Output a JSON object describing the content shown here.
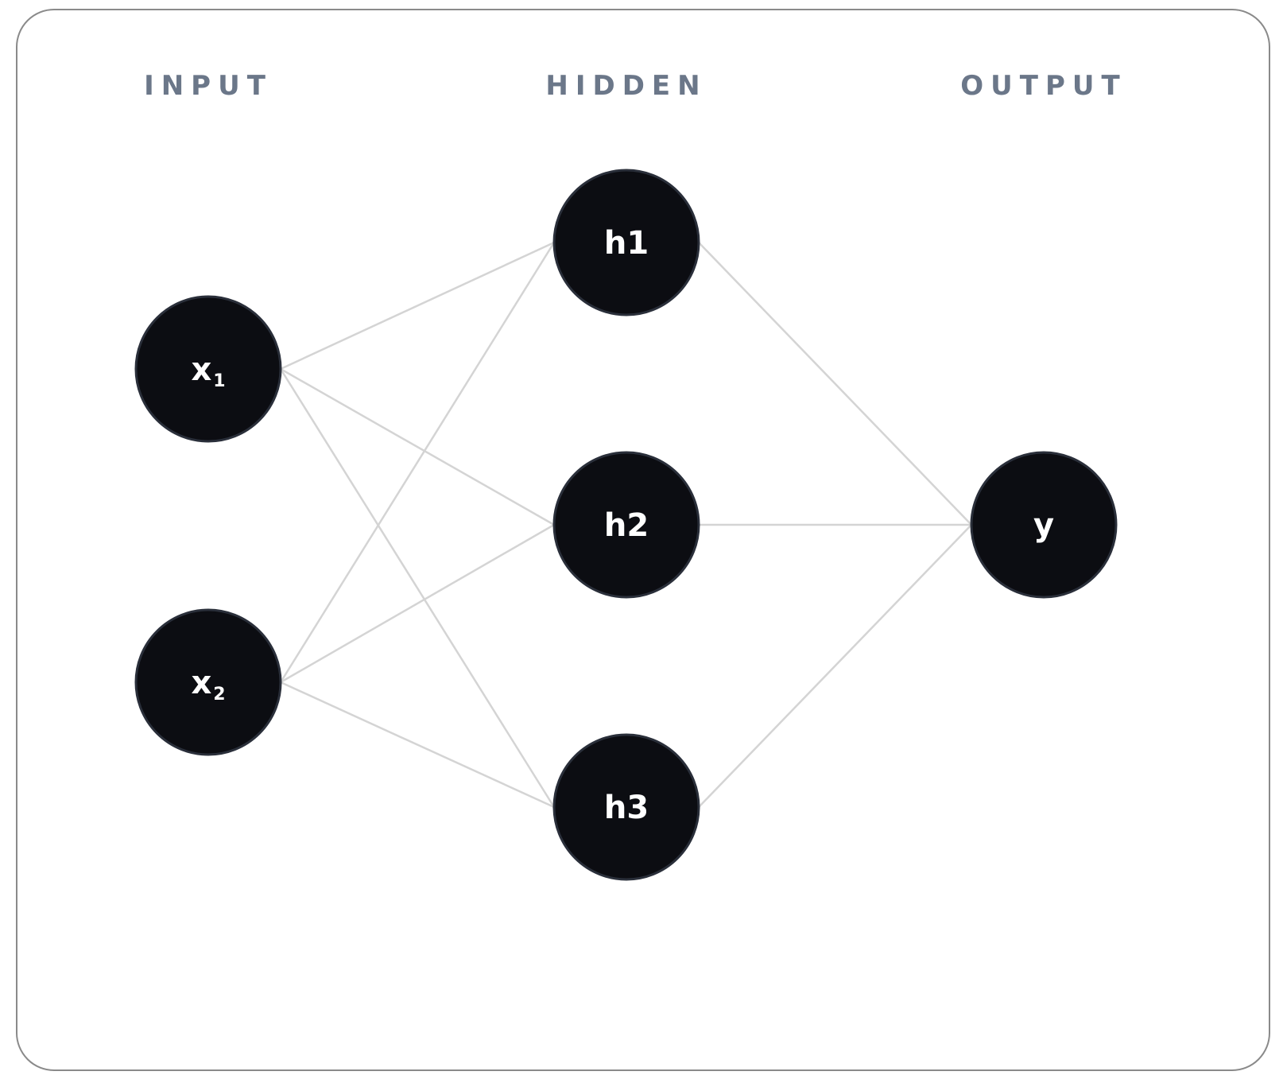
{
  "layers": [
    {
      "key": "input",
      "label": "INPUT"
    },
    {
      "key": "hidden",
      "label": "HIDDEN"
    },
    {
      "key": "output",
      "label": "OUTPUT"
    }
  ],
  "nodes": [
    {
      "id": "x1",
      "layer": "input",
      "base": "x",
      "sub": "1"
    },
    {
      "id": "x2",
      "layer": "input",
      "base": "x",
      "sub": "2"
    },
    {
      "id": "h1",
      "layer": "hidden",
      "base": "h1",
      "sub": ""
    },
    {
      "id": "h2",
      "layer": "hidden",
      "base": "h2",
      "sub": ""
    },
    {
      "id": "h3",
      "layer": "hidden",
      "base": "h3",
      "sub": ""
    },
    {
      "id": "y",
      "layer": "output",
      "base": "y",
      "sub": ""
    }
  ],
  "edges": [
    [
      "x1",
      "h1"
    ],
    [
      "x1",
      "h2"
    ],
    [
      "x1",
      "h3"
    ],
    [
      "x2",
      "h1"
    ],
    [
      "x2",
      "h2"
    ],
    [
      "x2",
      "h3"
    ],
    [
      "h1",
      "y"
    ],
    [
      "h2",
      "y"
    ],
    [
      "h3",
      "y"
    ]
  ],
  "colors": {
    "node_fill": "#0c0d12",
    "edge": "#d4d4d4",
    "layer_label": "#6b7789",
    "frame_border": "#8a8a8a"
  }
}
